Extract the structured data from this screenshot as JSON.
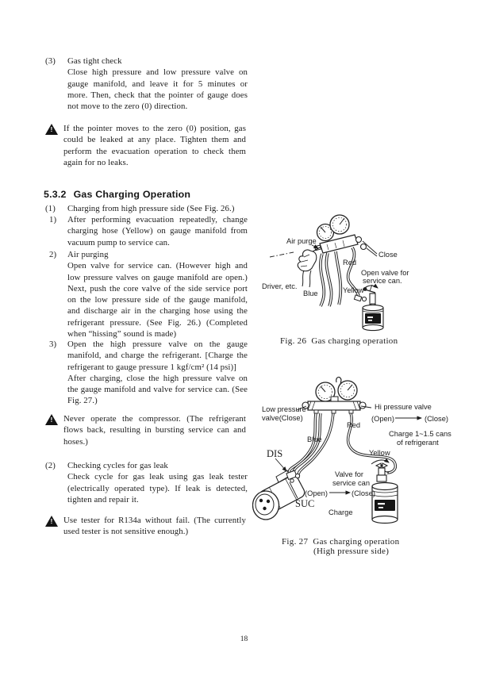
{
  "page_number": "18",
  "icons": {
    "warning_glyph": "!"
  },
  "sections": {
    "gas_tight_check": {
      "num": "(3)",
      "title": "Gas tight check",
      "body": "Close high pressure and low pressure valve on gauge manifold, and leave it for 5 minutes or more.  Then, check that the pointer of gauge does not move to the zero (0) direction.",
      "warning": "If the pointer moves to the zero (0) position, gas could be leaked at any place.  Tighten them and perform the evacuation operation to check them again for no leaks."
    },
    "gas_charging": {
      "heading_num": "5.3.2",
      "heading_title": "Gas Charging Operation",
      "item1_num": "(1)",
      "item1_text": "Charging from high pressure side (See Fig. 26.)",
      "step1_num": "1)",
      "step1_text": "After performing evacuation repeatedly, change charging hose (Yellow) on gauge manifold from vacuum pump to service can.",
      "step2_num": "2)",
      "step2_title": "Air purging",
      "step2_text": "Open valve for service can. (However high and low pressure valves on gauge manifold are open.) Next, push the core valve of the side service port on the low pressure side of the gauge manifold, and discharge air in the charging hose using the refrigerant pressure. (See Fig. 26.) (Completed when “hissing” sound is made)",
      "step3_num": "3)",
      "step3_text1": "Open the high pressure valve on the gauge manifold, and charge the refrigerant. [Charge the refrigerant to gauge pressure 1 kgf/cm² (14 psi)]",
      "step3_text2": "After charging, close the high pressure valve on the gauge manifold and valve for service can. (See Fig. 27.)",
      "warning_compressor": "Never operate the compressor. (The refrigerant flows back, resulting in bursting service can and hoses.)",
      "item2_num": "(2)",
      "item2_title": "Checking cycles for gas leak",
      "item2_text": "Check cycle for gas leak using gas leak tester (electrically operated type).  If leak is detected, tighten and repair it.",
      "warning_tester": "Use tester for R134a without fail.  (The currently used tester is not sensitive enough.)"
    }
  },
  "fig26": {
    "labels": {
      "air_purge": "Air purge",
      "close": "Close",
      "red": "Red",
      "open_valve_line1": "Open valve for",
      "open_valve_line2": "service can.",
      "driver": "Driver, etc.",
      "blue": "Blue",
      "yellow": "Yellow"
    },
    "caption": "Fig. 26  Gas charging operation"
  },
  "fig27": {
    "labels": {
      "low_pressure_line1": "Low pressure",
      "low_pressure_line2": "valve(Close)",
      "hi_pressure": "Hi pressure valve",
      "hi_open": "(Open)",
      "hi_close": "(Close)",
      "red": "Red",
      "charge_cans_line1": "Charge 1~1.5 cans",
      "charge_cans_line2": "of refrigerant",
      "blue": "Blue",
      "dis": "DIS",
      "yellow": "Yellow",
      "valve_for_line1": "Valve for",
      "valve_for_line2": "service can",
      "can_open": "(Open)",
      "can_close": "(Close)",
      "suc": "SUC",
      "charge": "Charge"
    },
    "caption_line1": "Fig. 27  Gas charging operation",
    "caption_line2": "(High pressure side)"
  }
}
